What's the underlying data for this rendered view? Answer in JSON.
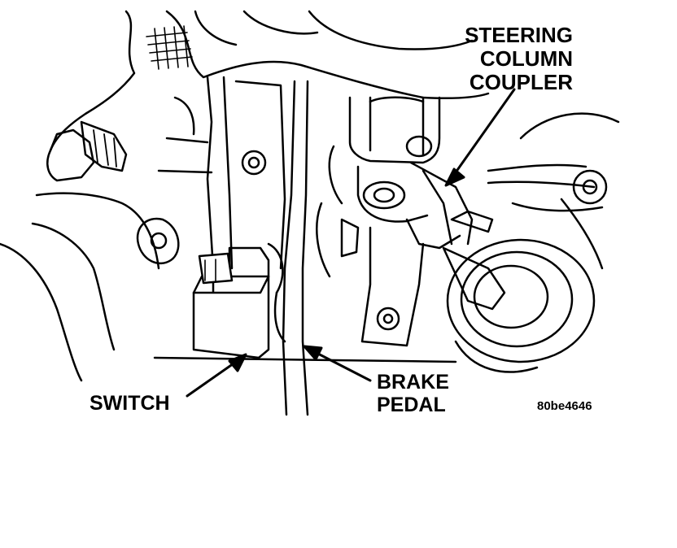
{
  "labels": {
    "steering_line1": "STEERING",
    "steering_line2": "COLUMN",
    "steering_line3": "COUPLER",
    "switch": "SWITCH",
    "brake_line1": "BRAKE",
    "brake_line2": "PEDAL",
    "figure_code": "80be4646"
  }
}
